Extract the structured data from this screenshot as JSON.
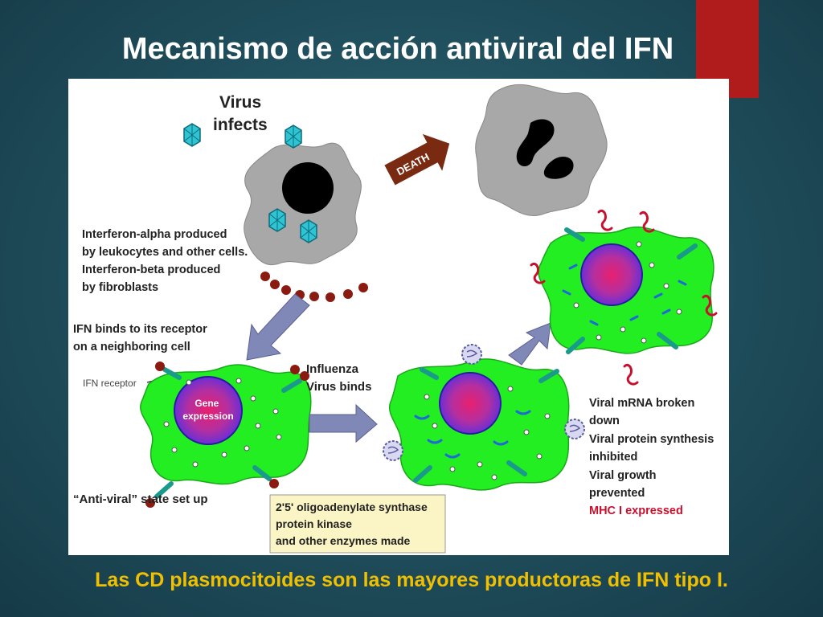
{
  "slide": {
    "title": "Mecanismo de acción antiviral del IFN",
    "footer": "Las CD plasmocitoides son las mayores productoras de IFN tipo I.",
    "accent_color": "#b01c1c",
    "footer_color": "#f0c000"
  },
  "diagram": {
    "virus_infects": [
      "Virus",
      "infects"
    ],
    "death_label": "DEATH",
    "interferon_text": [
      "Interferon-alpha produced",
      "by leukocytes and other cells.",
      "Interferon-beta produced",
      "by fibroblasts"
    ],
    "ifn_binds": [
      "IFN binds to its receptor",
      "on a neighboring cell"
    ],
    "ifn_receptor_label": "IFN receptor",
    "gene_expression": [
      "Gene",
      "expression"
    ],
    "influenza": [
      "Influenza",
      "Virus binds"
    ],
    "antiviral_state": "“Anti-viral” state set up",
    "enzymes": [
      "2'5' oligoadenylate synthase",
      "protein kinase",
      " and other enzymes made"
    ],
    "effects": [
      "Viral mRNA broken",
      "down",
      "Viral protein synthesis",
      " inhibited",
      "Viral growth",
      "prevented"
    ],
    "mhc": "MHC I expressed",
    "colors": {
      "cell_green": "#22ee22",
      "nucleus_purple": "#7a2fd0",
      "infected_cell_gray": "#a8a8a8",
      "virus_cyan": "#2ec4d4",
      "ifn_dot": "#8b1a10",
      "mhc_red": "#c8102e"
    }
  }
}
